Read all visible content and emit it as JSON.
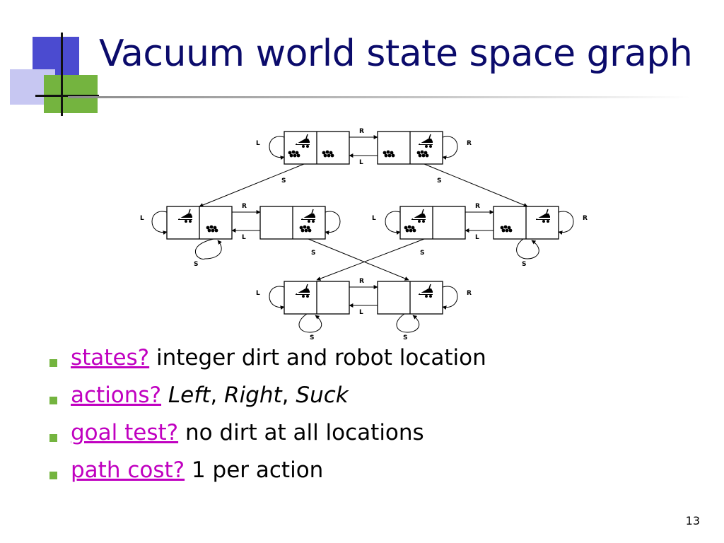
{
  "slide": {
    "title": "Vacuum world state space graph",
    "page_number": "13"
  },
  "colors": {
    "title": "#0b0b6b",
    "corner_blue": "#4b4bd0",
    "corner_lavender": "#c7c7f2",
    "corner_green": "#74b43f",
    "bullet_marker": "#74b43f",
    "link": "#c000c0"
  },
  "graph": {
    "edge_labels": {
      "right": "R",
      "left": "L",
      "suck": "S"
    }
  },
  "bullets": [
    {
      "label": "states?",
      "text": " integer dirt and robot location"
    },
    {
      "label": "actions?",
      "text_left": "Left",
      "sep1": ", ",
      "text_right": "Right",
      "sep2": ", ",
      "text_suck": "Suck"
    },
    {
      "label": "goal test?",
      "text": " no dirt at all locations"
    },
    {
      "label": "path cost?",
      "text": " 1 per action"
    }
  ]
}
